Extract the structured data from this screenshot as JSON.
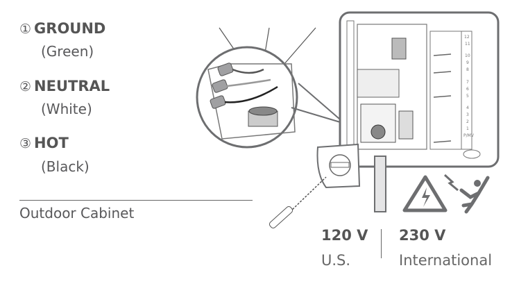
{
  "wires": [
    {
      "number": "①",
      "name": "GROUND",
      "color_label": "(Green)"
    },
    {
      "number": "②",
      "name": "NEUTRAL",
      "color_label": "(White)"
    },
    {
      "number": "③",
      "name": "HOT",
      "color_label": "(Black)"
    }
  ],
  "cabinet_label": "Outdoor Cabinet",
  "voltages": [
    {
      "value": "120 V",
      "region": "U.S."
    },
    {
      "value": "230 V",
      "region": "International"
    }
  ],
  "station_labels": [
    "12",
    "11",
    "10",
    "9",
    "8",
    "7",
    "6",
    "5",
    "4",
    "3",
    "2",
    "1",
    "P/MV"
  ],
  "colors": {
    "text": "#58585a",
    "line": "#666666",
    "icon": "#6d6e70",
    "connector": "#a0a0a2"
  }
}
